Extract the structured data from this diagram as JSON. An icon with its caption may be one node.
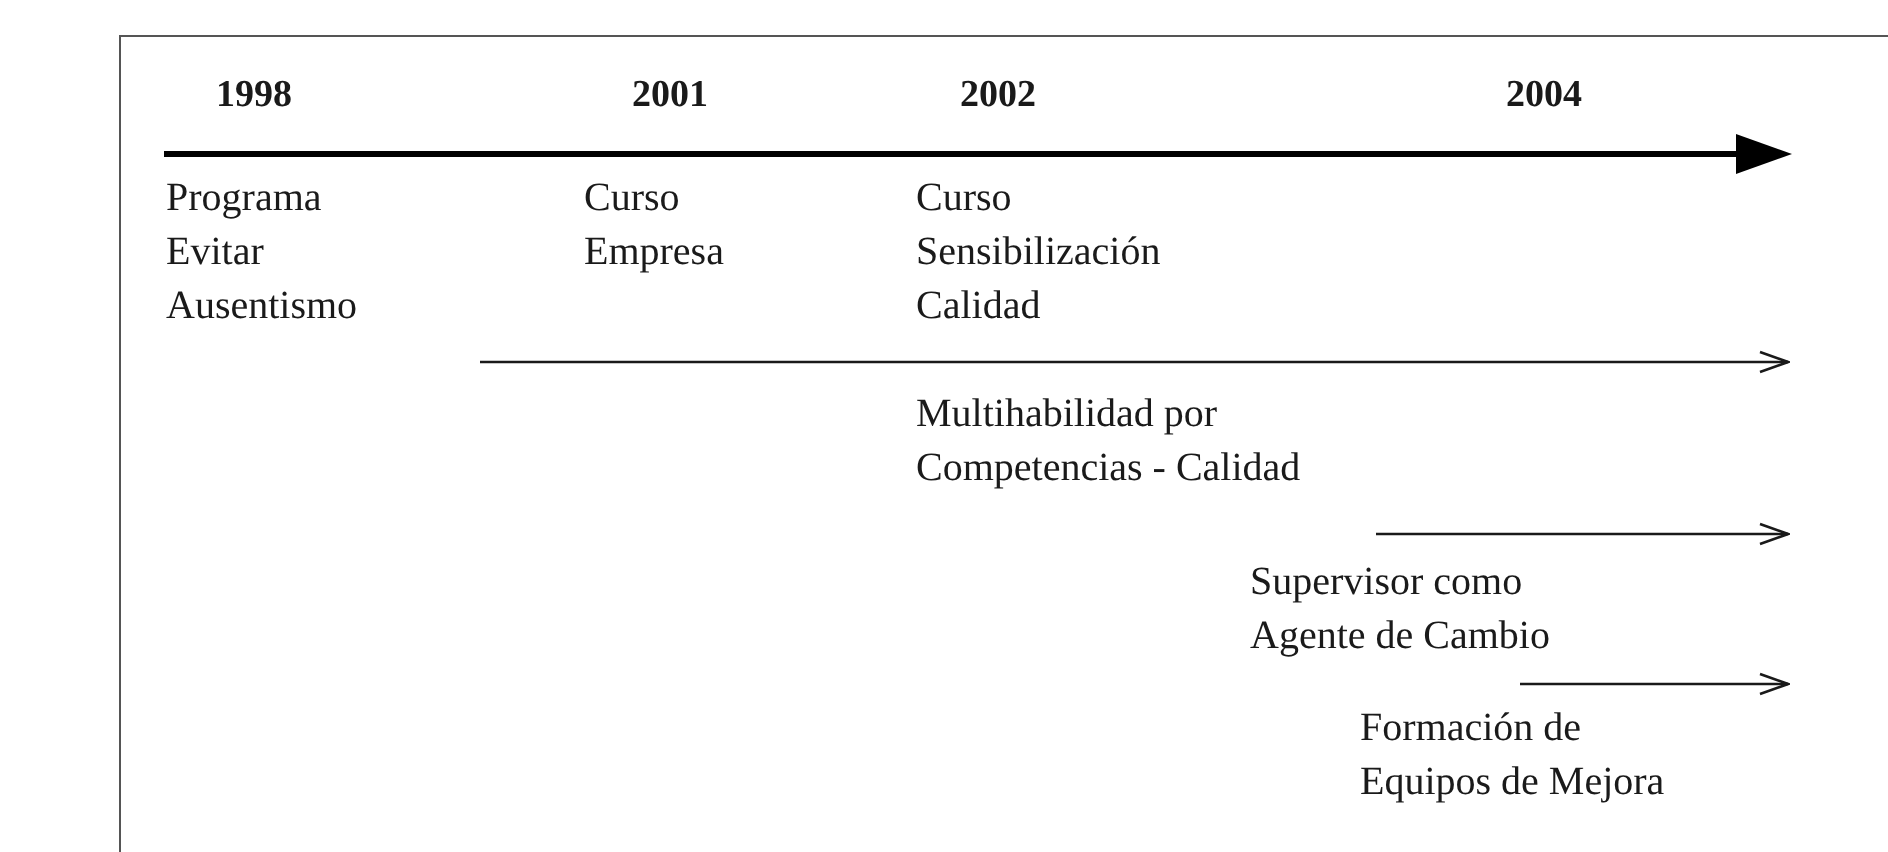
{
  "diagram": {
    "labels": [
      "1998",
      "2001",
      "2002",
      "2004",
      "Programa Evitar Ausentismo",
      "Curso Empresa",
      "Curso Sensibilización Calidad",
      "Multihabilidad por Competencias - Calidad",
      "Supervisor como Agente de Cambio",
      "Formación de Equipos de Mejora"
    ]
  }
}
